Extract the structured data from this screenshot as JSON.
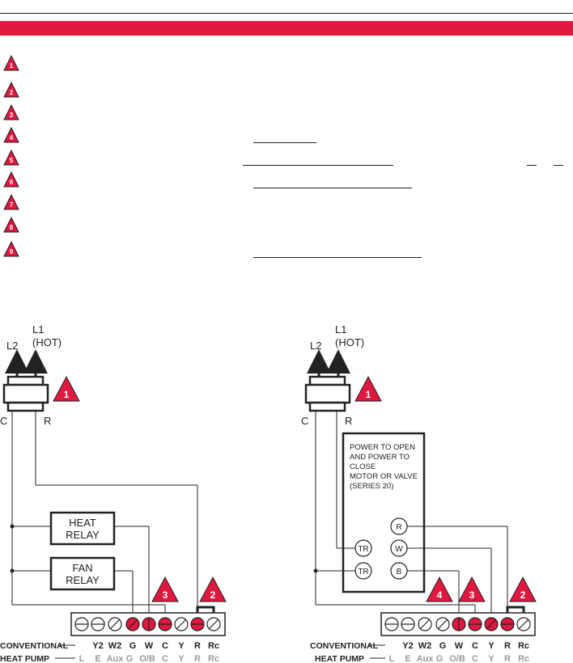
{
  "colors": {
    "accent": "#e0173f",
    "line": "#222222",
    "muted": "#9a9a9a"
  },
  "notes": [
    "1",
    "2",
    "3",
    "4",
    "5",
    "6",
    "7",
    "8",
    "9"
  ],
  "left": {
    "l1": "L1",
    "hot": "(HOT)",
    "l2": "L2",
    "c": "C",
    "r": "R",
    "heat_relay": [
      "HEAT",
      "RELAY"
    ],
    "fan_relay": [
      "FAN",
      "RELAY"
    ],
    "marker_a": "1",
    "marker_b": "3",
    "marker_c": "2",
    "row_conventional": "CONVENTIONAL",
    "row_heat_pump": "HEAT PUMP",
    "conv_terms": [
      "Y2",
      "W2",
      "G",
      "W",
      "C",
      "Y",
      "R",
      "Rc"
    ],
    "hp_terms": [
      "L",
      "E",
      "Aux",
      "G",
      "O/B",
      "C",
      "Y",
      "R",
      "Rc"
    ]
  },
  "right": {
    "l1": "L1",
    "hot": "(HOT)",
    "l2": "L2",
    "c": "C",
    "r": "R",
    "motor_text": [
      "POWER TO OPEN",
      "AND POWER TO",
      "CLOSE",
      "MOTOR OR VALVE",
      "(SERIES 20)"
    ],
    "tr1": "TR",
    "tr2": "TR",
    "term_r": "R",
    "term_w": "W",
    "term_b": "B",
    "marker_a": "1",
    "marker_b": "4",
    "marker_c": "3",
    "marker_d": "2",
    "row_conventional": "CONVENTIONAL",
    "row_heat_pump": "HEAT PUMP",
    "conv_terms": [
      "Y2",
      "W2",
      "G",
      "W",
      "C",
      "Y",
      "R",
      "Rc"
    ],
    "hp_terms": [
      "L",
      "E",
      "Aux",
      "G",
      "O/B",
      "C",
      "Y",
      "R",
      "Rc"
    ]
  }
}
